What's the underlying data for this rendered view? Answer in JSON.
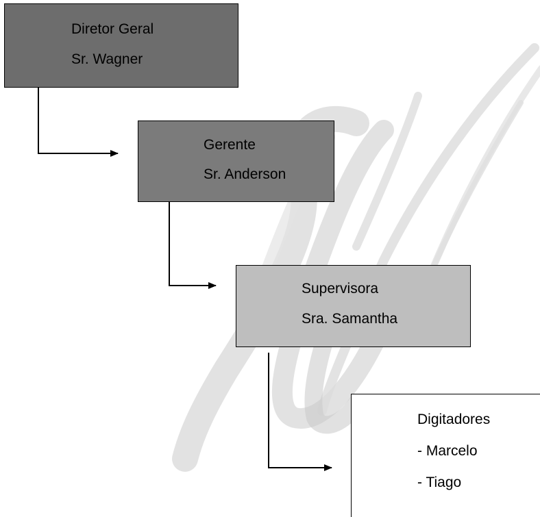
{
  "org_chart": {
    "director": {
      "title": "Diretor Geral",
      "name": "Sr. Wagner",
      "fill": "#6d6d6d"
    },
    "manager": {
      "title": "Gerente",
      "name": "Sr. Anderson",
      "fill": "#7b7b7b"
    },
    "supervisor": {
      "title": "Supervisora",
      "name": "Sra. Samantha",
      "fill": "#bebebe"
    },
    "digitizers": {
      "title": "Digitadores",
      "members": [
        "- Marcelo",
        "- Tiago"
      ],
      "fill": "#ffffff"
    }
  }
}
